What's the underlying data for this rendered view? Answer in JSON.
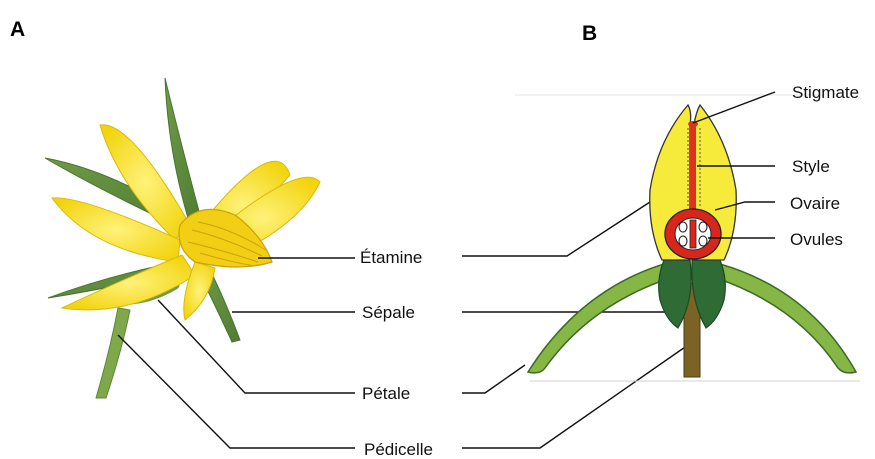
{
  "panels": {
    "a": "A",
    "b": "B"
  },
  "labels_a": {
    "etamine": "Étamine",
    "sepale": "Sépale",
    "petale": "Pétale",
    "pedicelle": "Pédicelle"
  },
  "labels_b": {
    "stigmate": "Stigmate",
    "style": "Style",
    "ovaire": "Ovaire",
    "ovules": "Ovules"
  },
  "colors": {
    "petal_yellow": "#f6e11a",
    "petal_light": "#fbef6a",
    "sepal_green": "#5f8f3e",
    "sepal_dark": "#2e6b35",
    "leaf_green": "#86b746",
    "stem_brown": "#7a6324",
    "ovary_red": "#d9261c",
    "style_red": "#e0301e"
  }
}
